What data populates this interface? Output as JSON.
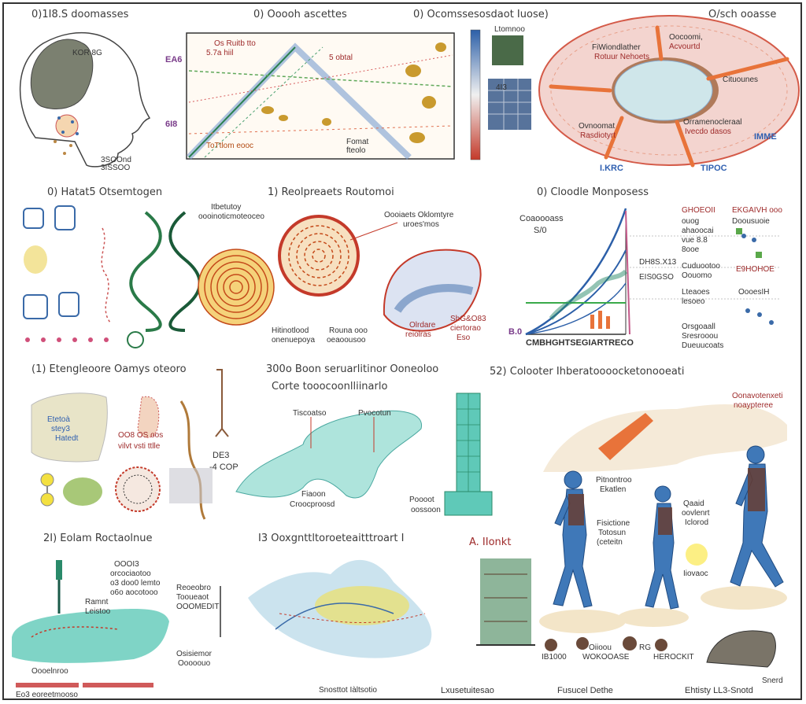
{
  "panels": {
    "p1": {
      "title": "0)1I8.S doomasses",
      "label1": "KOR 8G",
      "label2": "3SOOnd",
      "label3": "3ISSOO"
    },
    "p2": {
      "title": "0) Ooooh ascettes",
      "side1": "EA6",
      "side2": "6I8",
      "labels": [
        "Os Ruitb tto",
        "5.7a hiil",
        "5 obtal",
        "ToTtlom eooc",
        "Fomat",
        "fteolo"
      ]
    },
    "p3": {
      "title": "0) Ocomssesosdaot Iuose)",
      "label1": "Ltomnoo",
      "label2": "4I3"
    },
    "p4": {
      "title": "O/sch ooasse",
      "labels": [
        "FiWiondlather",
        "Rotuur Nehoets",
        "Oocoomi,",
        "Acvourtd",
        "Cituounes",
        "Ovnoomat",
        "Rasdiotyrt",
        "Orramenocleraal",
        "Ivecdo dasos",
        "IMME",
        "I.KRC",
        "TIPOC"
      ]
    },
    "p5": {
      "title": "0) Hatat5 Otsemtogen"
    },
    "p6": {
      "title": "1) Reolpreaets Routomoi",
      "label1": "Itbetutoy",
      "label2": "oooinoticmoteoceo",
      "label3": "Oooiaets Oklomtyre",
      "label4": "uroes'mos",
      "label5": "Hitinotlood",
      "label6": "onenuepoya",
      "label7": "Rouna ooo",
      "label8": "oeaoousoo",
      "label9": "Olrdare",
      "label10": "reiolras",
      "label11": "ShG&O83",
      "label12": "ciertorao",
      "label13": "Eso"
    },
    "p7": {
      "title": "0) Cloodle Monposess",
      "ylabel1": "Coaoooass",
      "ylabel2": "S/0",
      "xlabel": "CMBHGHTSEGIARTRECO",
      "b0": "B.0",
      "labels": [
        "GHOEOII",
        "EKGAIVH ooo",
        "ouog",
        "Doousuoie",
        "ahaoocai",
        "vue 8.8",
        "8ooe",
        "DH8S.X13",
        "EIS0GSO",
        "Cuduootoo",
        "Oouomo",
        "Lteaoes",
        "lesoeo",
        "E9HOHOE",
        "OooesIH",
        "Orsgoaall",
        "Sresrooou",
        "Dueuucoats"
      ]
    },
    "p8": {
      "title": "(1) Etengleoore Oamys oteoro",
      "label1": "Etetoà",
      "label2": "stey3",
      "label3": "Hatedt",
      "label4": "OO8 OS oos",
      "label5": "vilvt vsti ttlle",
      "label6": "DE3",
      "label7": "-4 COP"
    },
    "p9": {
      "title": "300o Boon seruarlitinor Ooneoloo",
      "subtitle": "Corte tooocoonlliinarlo",
      "labels": [
        "Tiscoatso",
        "Pvocotun",
        "Fiaoon",
        "Croocproosd",
        "Poooot",
        "oossoon"
      ]
    },
    "p10": {
      "title": "52) Colooter Ihberatoooocketonooeati",
      "labels": [
        "Oonavotenxeti",
        "noaypteree",
        "Pitnontroo",
        "Ekatlen",
        "Fisictione",
        "Totosun",
        "(ceteitn",
        "Qaaid",
        "oovlenrt",
        "Iclorod",
        "Iiovaoc",
        "IB1000",
        "Oiioou",
        "WOKOOASE",
        "RG",
        "HEROCKIT"
      ]
    },
    "p11": {
      "title": "2I) Eolam Roctaolnue",
      "labels": [
        "OOOI3",
        "orcociaotoo",
        "o3 doo0 lemto",
        "o6o aocotooo",
        "Ramnt",
        "Leistoo",
        "Reoeobro",
        "Tooueaot",
        "OOOMEDIT",
        "Osisiemor",
        "Ooooouo",
        "Oooelnroo"
      ]
    },
    "p12": {
      "title": "I3 Ooxgnttltoroeteaitttroart I"
    },
    "p13": {
      "title": "A. IIonkt"
    },
    "footer": [
      "Eo3 eoreetmooso",
      "Snosttot Iàltsotio",
      "Lxusetuitesao",
      "Fusucel Dethe",
      "Ehtisty LL3-Snotd",
      "Snerd"
    ]
  },
  "colors": {
    "brain_gray": "#7b8070",
    "teal": "#5fc9b8",
    "skin_blue": "#3f78b8",
    "accent_red": "#c43a2a",
    "accent_orange": "#e8733a",
    "gold": "#c99a2e"
  }
}
